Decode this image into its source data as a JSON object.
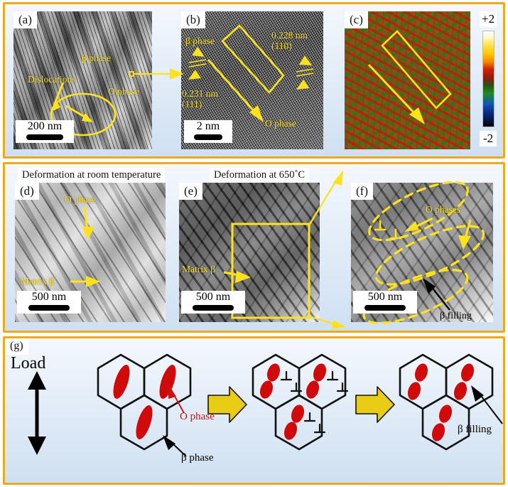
{
  "figure": {
    "title": "TEM and schematic figure of O phase and beta phase deformation",
    "border_color": "#EDA91E",
    "annotation_color": "#FFE21A"
  },
  "row1": {
    "panels": [
      {
        "label": "(a)",
        "name": "panel-a",
        "scalebar": "200 nm",
        "annotations": [
          {
            "text": "β phase",
            "name": "beta-phase-label"
          },
          {
            "text": "Dislocations",
            "name": "dislocations-label"
          },
          {
            "text": "O phase",
            "name": "o-phase-label"
          }
        ]
      },
      {
        "label": "(b)",
        "name": "panel-b",
        "scalebar": "2 nm",
        "annotations": [
          {
            "text": "β phase",
            "name": "beta-phase-label"
          },
          {
            "text": "0.231 nm\n(111)",
            "name": "spacing-111-label"
          },
          {
            "text": "0.228 nm\n(110)",
            "name": "spacing-110-label"
          },
          {
            "text": "O phase",
            "name": "o-phase-label"
          }
        ]
      },
      {
        "label": "(c)",
        "name": "panel-c",
        "colorbar": {
          "max": "+2",
          "min": "-2"
        }
      }
    ]
  },
  "row2": {
    "captions": [
      {
        "text": "Deformation at room temperature",
        "name": "caption-room-temperature"
      },
      {
        "text": "Deformation at 650˚C",
        "name": "caption-650c"
      }
    ],
    "panels": [
      {
        "label": "(d)",
        "name": "panel-d",
        "scalebar": "500 nm",
        "annotations": [
          {
            "text": "O phase",
            "name": "o-phase-label"
          },
          {
            "text": "Matrix β",
            "name": "matrix-beta-label"
          }
        ]
      },
      {
        "label": "(e)",
        "name": "panel-e",
        "scalebar": "500 nm",
        "annotations": [
          {
            "text": "Matrix β",
            "name": "matrix-beta-label"
          }
        ]
      },
      {
        "label": "(f)",
        "name": "panel-f",
        "scalebar": "500 nm",
        "annotations": [
          {
            "text": "O phases",
            "name": "o-phases-label"
          },
          {
            "text": "β filling",
            "name": "beta-filling-label"
          }
        ]
      }
    ]
  },
  "row3": {
    "label": "(g)",
    "name": "panel-g",
    "load_label": "Load",
    "annotations": [
      {
        "text": "O phase",
        "name": "o-phase-label",
        "color": "#C81414"
      },
      {
        "text": "β phase",
        "name": "beta-phase-label",
        "color": "#000000"
      },
      {
        "text": "β filling",
        "name": "beta-filling-label",
        "color": "#000000"
      }
    ],
    "stages": [
      {
        "name": "stage-initial"
      },
      {
        "name": "stage-sheared"
      },
      {
        "name": "stage-filled"
      }
    ],
    "o_phase_color": "#D00A0A",
    "grain_outline_color": "#111111",
    "transition_arrow_color": "#E8CC15"
  }
}
